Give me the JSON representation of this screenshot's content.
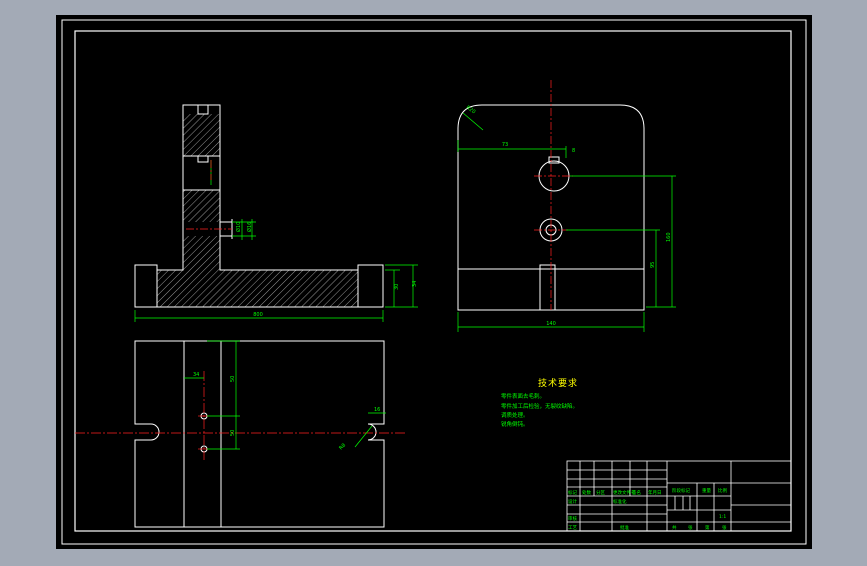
{
  "colors": {
    "background": "#a3aab6",
    "sheet": "#000000",
    "outline": "#ffffff",
    "dimension": "#00ff00",
    "centerline": "#ff2020",
    "text": "#00ff00",
    "title_text": "#ffff00"
  },
  "front_view": {
    "dim_total_width": "800",
    "dim_base_height": "30",
    "dim_base_height_total": "34",
    "dim_hole": "Ø10",
    "dim_counterbore": "Ø16"
  },
  "side_view": {
    "dim_radius": "R20",
    "dim_offset": "73",
    "dim_height_total": "160",
    "dim_height_hole": "95",
    "dim_width": "140",
    "dim_slot": "8"
  },
  "top_view": {
    "dim_hole_spacing": "50",
    "dim_hole_offset": "50",
    "dim_slot_offset": "34",
    "dim_slot_width": "16",
    "dim_slot_radius": "R8"
  },
  "tech_requirements": {
    "title": "技术要求",
    "lines": [
      "零件表面去毛刺。",
      "零件加工后检验，无裂纹缺陷。",
      "调质处理。",
      "锐角倒钝。"
    ]
  },
  "title_block": {
    "labels": [
      "标记",
      "处数",
      "分区",
      "更改文件号",
      "签名",
      "年月日",
      "设计",
      "标准化",
      "审核",
      "工艺",
      "批准",
      "阶段标记",
      "重量",
      "比例",
      "共",
      "张",
      "第",
      "张"
    ],
    "scale": "1:1"
  }
}
